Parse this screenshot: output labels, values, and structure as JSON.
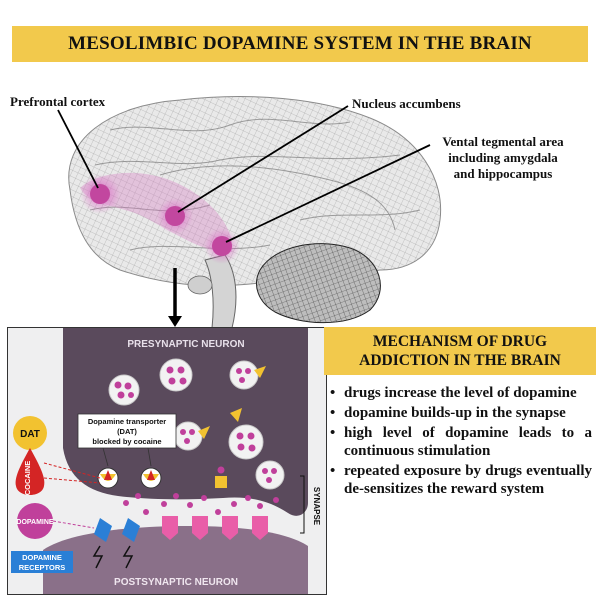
{
  "title": "MESOLIMBIC DOPAMINE SYSTEM IN THE BRAIN",
  "brain_labels": {
    "prefrontal": "Prefrontal cortex",
    "nucleus": "Nucleus accumbens",
    "vta_line1": "Vental tegmental area",
    "vta_line2": "including amygdala",
    "vta_line3": "and hippocampus"
  },
  "synapse_panel": {
    "presynaptic": "PRESYNAPTIC NEURON",
    "postsynaptic": "POSTSYNAPTIC NEURON",
    "transporter_line1": "Dopamine transporter",
    "transporter_line2": "(DAT)",
    "transporter_line3": "blocked by cocaine",
    "synapse": "SYNAPSE",
    "legend_dat": "DAT",
    "legend_cocaine": "COCAINE",
    "legend_dopamine": "DOPAMINE",
    "legend_receptors_line1": "DOPAMINE",
    "legend_receptors_line2": "RECEPTORS"
  },
  "mechanism": {
    "heading_line1": "MECHANISM OF DRUG",
    "heading_line2": "ADDICTION IN THE BRAIN",
    "bullet_glyph": "•",
    "bullets": [
      "drugs increase the level of dopamine",
      "dopamine builds-up in the synapse",
      "high level of dopamine leads to a continuous stimulation",
      "repeated exposure by drugs eventually de-sensitizes the reward system"
    ]
  },
  "colors": {
    "banner": "#f2c94c",
    "presynaptic_fill": "#5a4a5c",
    "postsynaptic_fill": "#8a7089",
    "dopamine": "#c0409b",
    "dat": "#f2c230",
    "cocaine": "#d42525",
    "receptor": "#2a7fd6"
  }
}
